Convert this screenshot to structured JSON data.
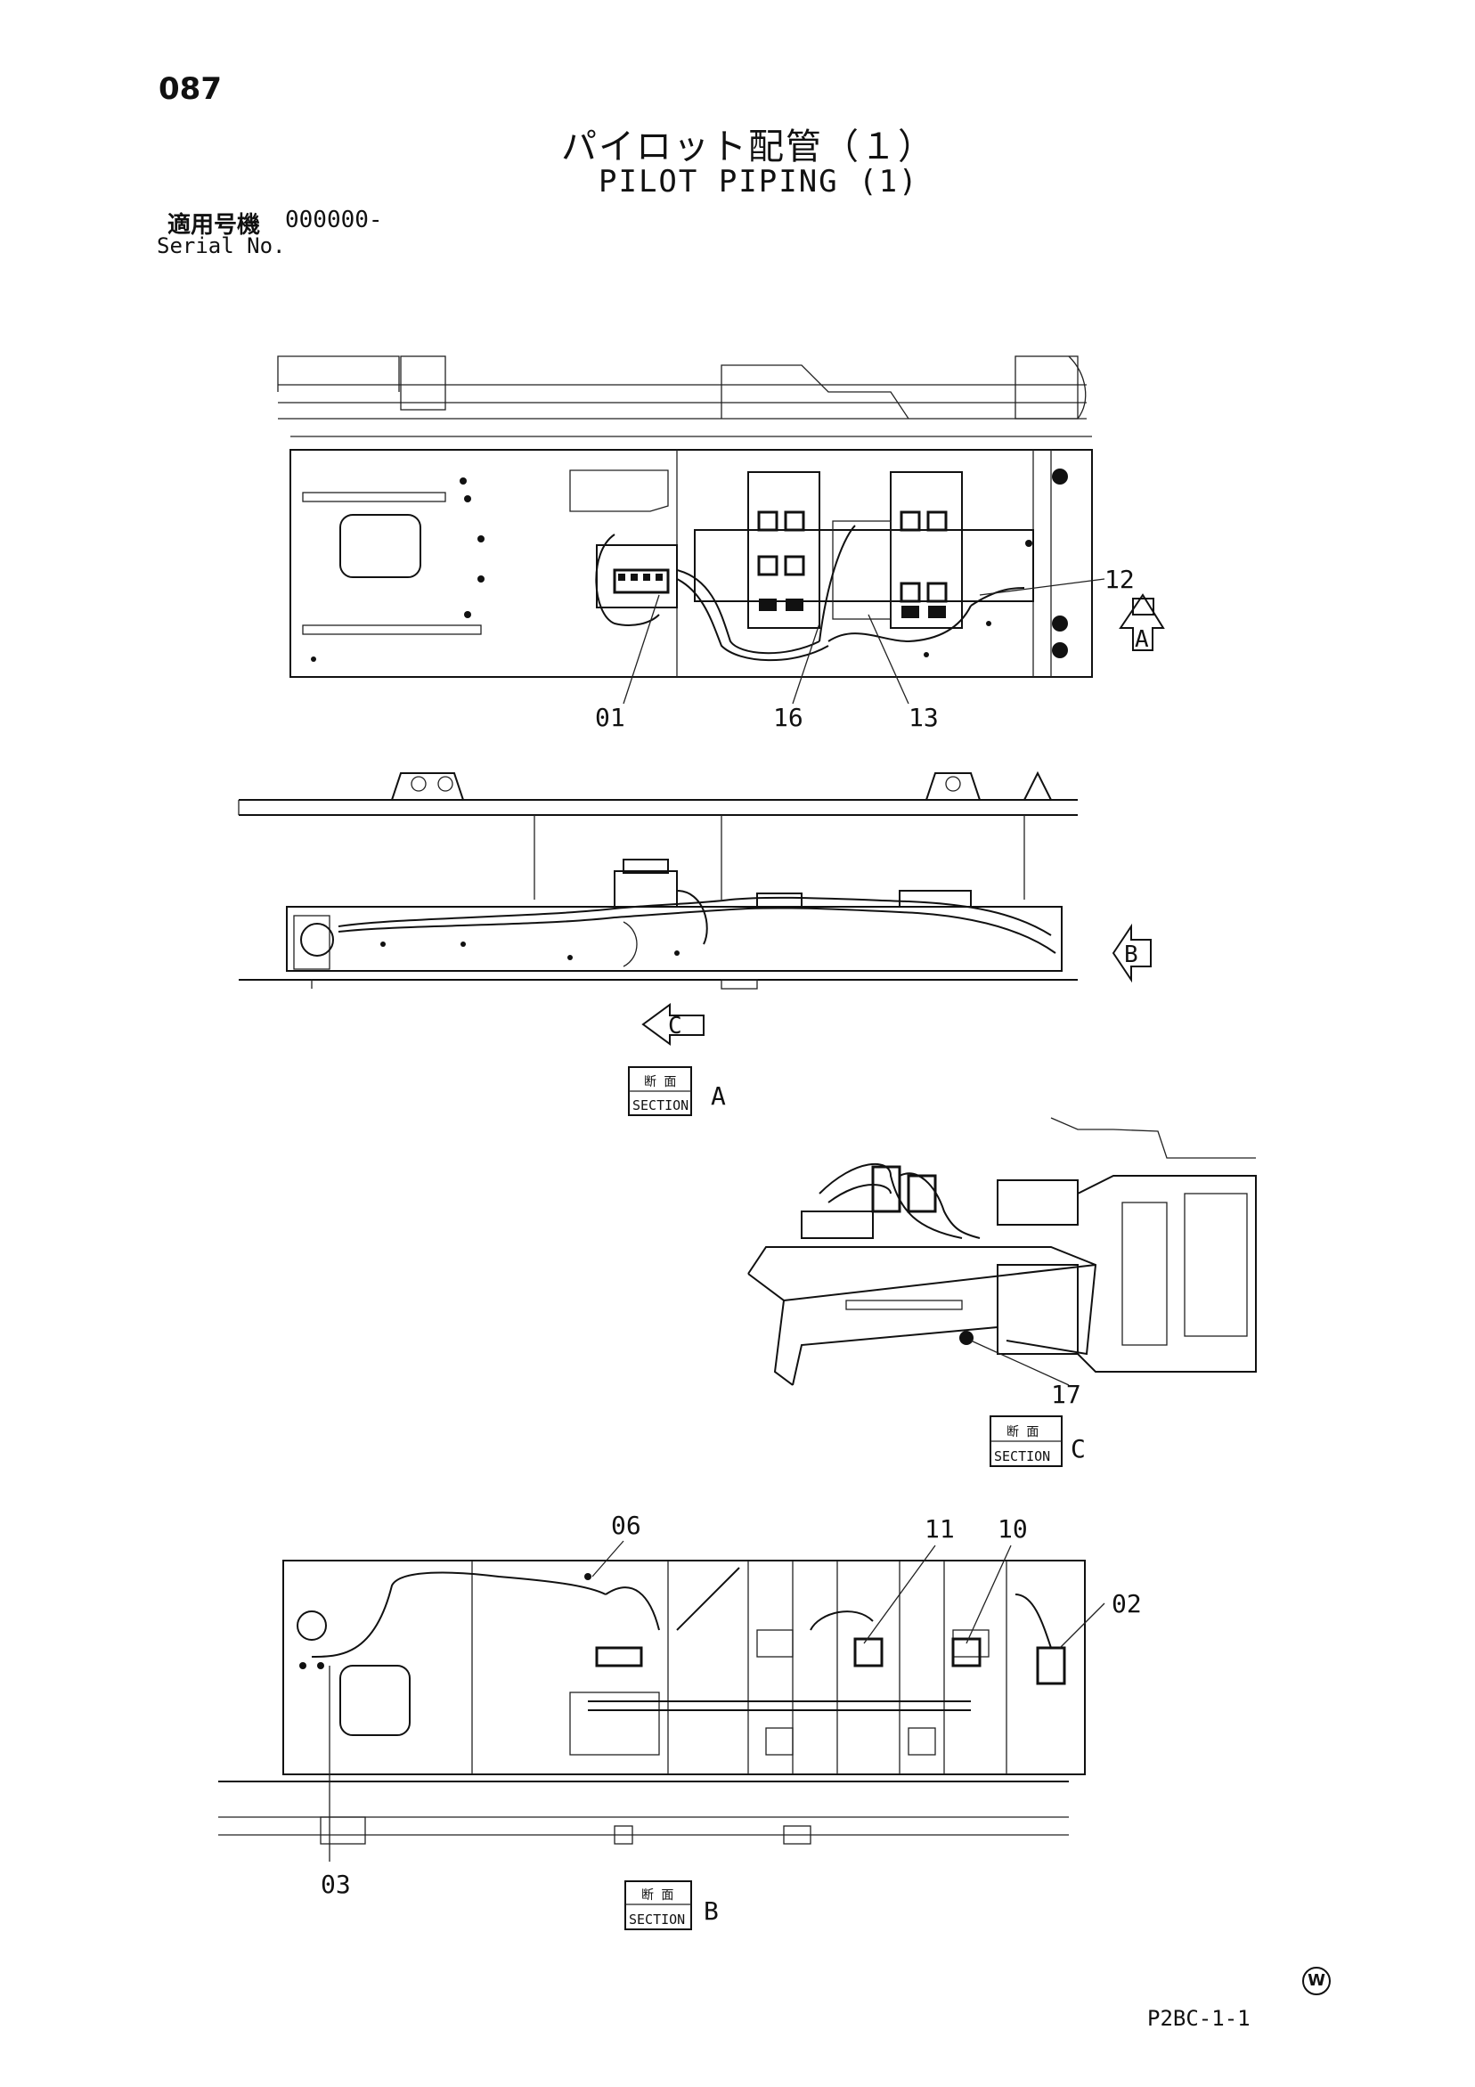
{
  "header": {
    "page_number": "087",
    "title_jp": "パイロット配管（１）",
    "title_en": "PILOT PIPING (1)",
    "serial_label_jp": "適用号機",
    "serial_value": "000000-",
    "serial_label_en": "Serial No."
  },
  "view_markers": {
    "a": "A",
    "b": "B",
    "c": "C"
  },
  "section_labels": {
    "a": {
      "jp": "断 面",
      "en": "SECTION",
      "letter": "A"
    },
    "c": {
      "jp": "断 面",
      "en": "SECTION",
      "letter": "C"
    },
    "b": {
      "jp": "断 面",
      "en": "SECTION",
      "letter": "B"
    }
  },
  "callouts": {
    "top_view": [
      "12",
      "01",
      "16",
      "13"
    ],
    "section_c": [
      "17"
    ],
    "section_b": [
      "06",
      "11",
      "10",
      "02",
      "03"
    ]
  },
  "footer": {
    "mark": "W",
    "drawing_code": "P2BC-1-1"
  }
}
